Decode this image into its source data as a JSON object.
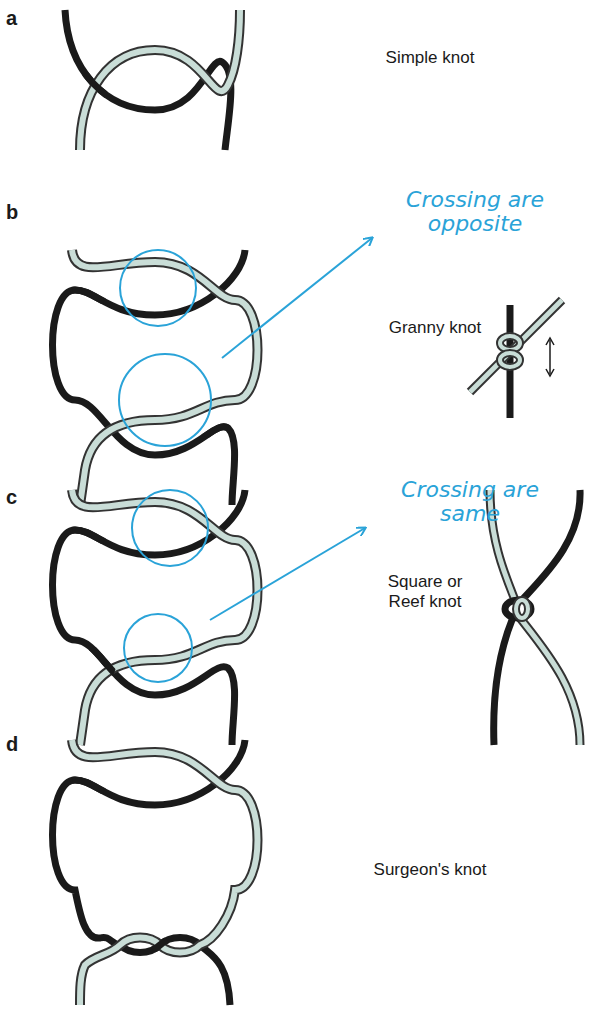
{
  "diagram": {
    "labels": [
      "a",
      "Simple knot",
      "b",
      "Crossing are opposite",
      "Granny knot",
      "c",
      "Crossing are same",
      "Square or Reef knot",
      "d",
      "Surgeon's knot"
    ]
  }
}
